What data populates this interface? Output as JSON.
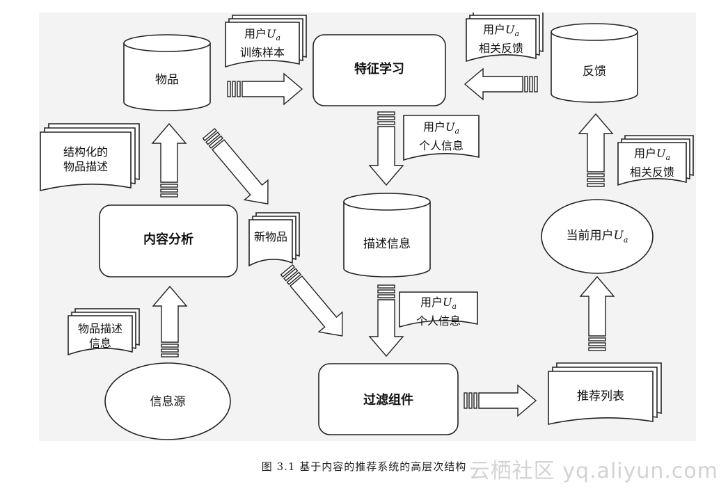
{
  "nodes": {
    "items_db": "物品",
    "feature_learning": "特征学习",
    "feedback_db": "反馈",
    "content_analysis": "内容分析",
    "description_db": "描述信息",
    "current_user": "当前用户",
    "info_source": "信息源",
    "filter_component": "过滤组件",
    "recommendation_list": "推荐列表"
  },
  "documents": {
    "user_prefix": "用户",
    "user_var": "U",
    "user_sub": "a",
    "training_samples": "训练样本",
    "relevance_feedback": "相关反馈",
    "personal_info": "个人信息",
    "structured_desc_line1": "结构化的",
    "structured_desc_line2": "物品描述",
    "new_items": "新物品",
    "item_desc_line1": "物品描述",
    "item_desc_line2": "信息"
  },
  "caption": "图 3.1   基于内容的推荐系统的高层次结构",
  "watermark": "云栖社区 yq.aliyun.com"
}
